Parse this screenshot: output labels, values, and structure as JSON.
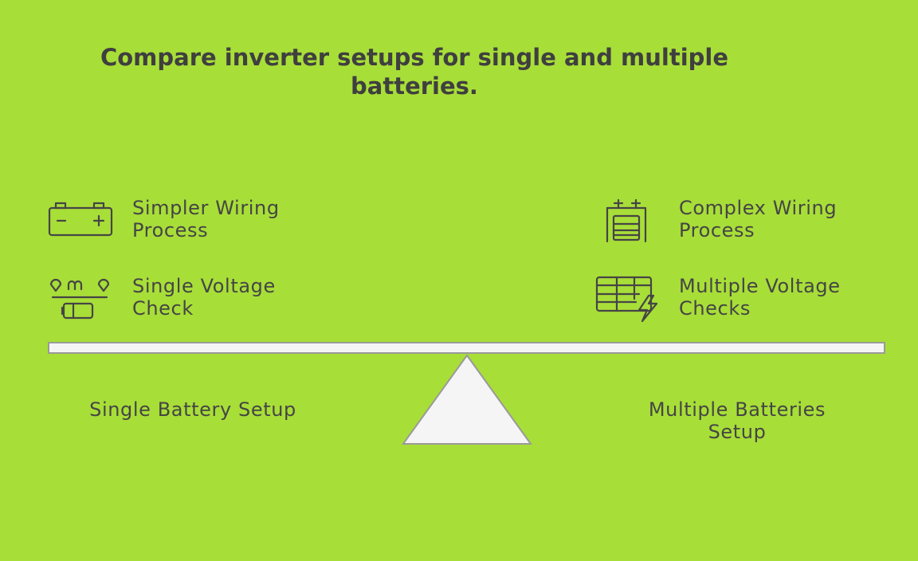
{
  "title": "Compare inverter setups for single and multiple batteries.",
  "left": {
    "items": [
      {
        "label": "Simpler Wiring Process",
        "icon": "car-battery-icon"
      },
      {
        "label": "Single Voltage Check",
        "icon": "voltage-meter-battery-icon"
      }
    ],
    "side_label": "Single Battery Setup"
  },
  "right": {
    "items": [
      {
        "label": "Complex Wiring Process",
        "icon": "stacked-battery-icon"
      },
      {
        "label": "Multiple Voltage Checks",
        "icon": "grid-lightning-icon"
      }
    ],
    "side_label": "Multiple Batteries Setup"
  },
  "colors": {
    "background": "#a8de38",
    "text": "#454545",
    "beam": "#f5f5f5",
    "outline": "#9a9a9a"
  }
}
